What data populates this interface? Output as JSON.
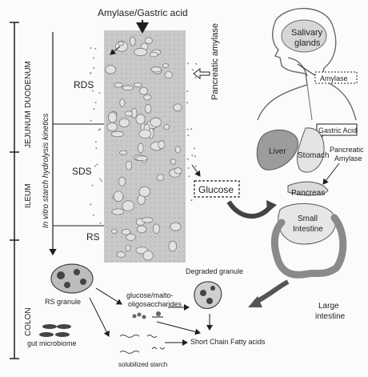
{
  "header": {
    "title": "Amylase/Gastric acid"
  },
  "side_labels": {
    "intestine": [
      "JEJUNUM",
      "DUODENUM"
    ],
    "ileum": "ILEUM",
    "colon": "COLON",
    "kinetics": "In vitro starch hydrolysis kinetics"
  },
  "fractions": {
    "rds": "RDS",
    "sds": "SDS",
    "rs": "RS"
  },
  "enzymes": {
    "pancreatic_amylase": "Pancreatic amylase"
  },
  "glucose": "Glucose",
  "anatomy": {
    "salivary_glands": [
      "Salivary",
      "glands"
    ],
    "amylase": "Amylase",
    "gastric_acid": "Gastric Acid",
    "pancreatic_amylase": [
      "Pancreatic",
      "Amylase"
    ],
    "liver": "Liver",
    "stomach": "Stomach",
    "pancreas": "Pancreas",
    "small_intestine": [
      "Small",
      "Intestine"
    ],
    "large_intestine": [
      "Large",
      "intestine"
    ]
  },
  "colon_processes": {
    "rs_granule": "RS granule",
    "gut_microbiome": "gut microbiome",
    "oligosaccharides": [
      "glucose/malto-",
      "oligosaccharides"
    ],
    "degraded_granule": "Degraded granule",
    "scfa": "Short Chain Fatty acids",
    "solubilized_starch": "solubilized starch"
  },
  "colors": {
    "column_fill": "#c8c8c8",
    "granule_stroke": "#7a7a7a",
    "ink": "#1e1e1e"
  }
}
